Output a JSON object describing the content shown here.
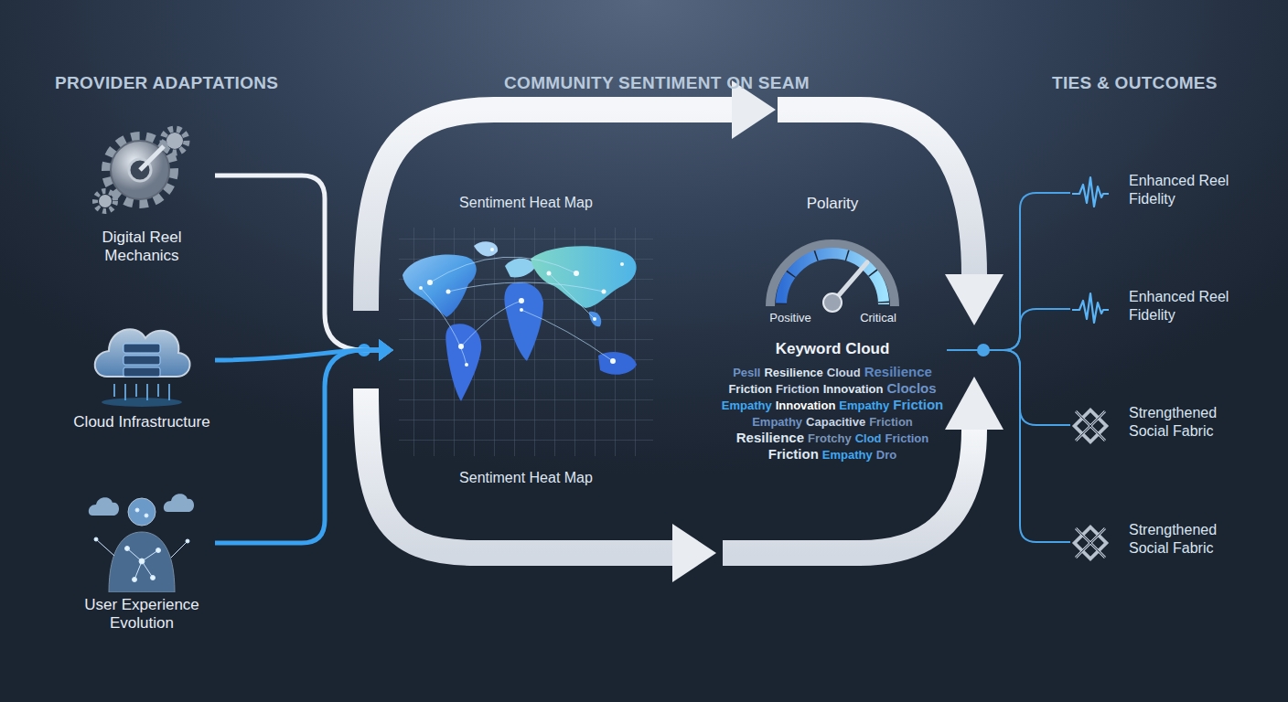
{
  "diagram": {
    "nodes": [
      {
        "text": [
          "Digital Reel Mechanics"
        ]
      },
      {
        "text": [
          "Cloud Infrastructure"
        ]
      },
      {
        "text": [
          "User Experience Evolution"
        ]
      },
      {
        "text": [
          "Sentiment Heat Map",
          "Sentiment Heat Map"
        ]
      },
      {
        "text": [
          "Polarity",
          "Positive",
          "Critical"
        ]
      },
      {
        "text": [
          "Keyword Cloud",
          "Pesll",
          "Resilience",
          "Cloud",
          "Resilience",
          "Friction",
          "Friction",
          "Innovation",
          "Cloclos",
          "Empathy",
          "Innovation",
          "Empathy",
          "Friction",
          "Empathy",
          "Capacitive",
          "Friction",
          "Resilience",
          "Frotchy",
          "Clod",
          "Friction",
          "Friction",
          "Empathy",
          "Dro"
        ]
      },
      {
        "text": [
          "Enhanced Reel Fidelity"
        ]
      },
      {
        "text": [
          "Enhanced Reel Fidelity"
        ]
      },
      {
        "text": [
          "Strengthened Social Fabric"
        ]
      },
      {
        "text": [
          "Strengthened Social Fabric"
        ]
      }
    ],
    "edges": [
      {
        "from": 0,
        "to": 3,
        "arrow": "to"
      },
      {
        "from": 1,
        "to": 3,
        "arrow": "to"
      },
      {
        "from": 2,
        "to": 3,
        "arrow": "to"
      },
      {
        "from": 5,
        "to": 6,
        "arrow": "none"
      },
      {
        "from": 5,
        "to": 7,
        "arrow": "none"
      },
      {
        "from": 5,
        "to": 8,
        "arrow": "none"
      },
      {
        "from": 5,
        "to": 9,
        "arrow": "none"
      }
    ],
    "labels": [
      "PROVIDER ADAPTATIONS",
      "COMMUNITY SENTIMENT ON SEAM",
      "TIES & OUTCOMES"
    ]
  }
}
